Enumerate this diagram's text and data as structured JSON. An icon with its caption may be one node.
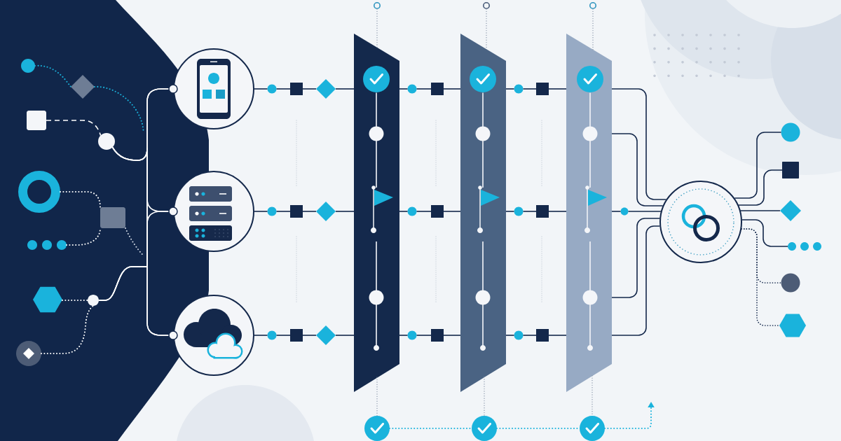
{
  "diagram": {
    "nodes": [
      {
        "text": [],
        "shape": "circle"
      },
      {
        "text": [],
        "shape": "diamond"
      },
      {
        "text": [],
        "shape": "box"
      },
      {
        "text": [],
        "shape": "circle"
      },
      {
        "text": [],
        "shape": "ring"
      },
      {
        "text": [],
        "shape": "box"
      },
      {
        "text": [],
        "shape": "dots"
      },
      {
        "text": [],
        "shape": "hexagon"
      },
      {
        "text": [],
        "shape": "circle"
      },
      {
        "text": [],
        "shape": "circle"
      },
      {
        "text": [],
        "shape": "circle"
      },
      {
        "text": [],
        "shape": "circle"
      },
      {
        "text": [],
        "shape": "circle"
      },
      {
        "text": [],
        "shape": "ring"
      },
      {
        "text": [],
        "shape": "ring"
      },
      {
        "text": [],
        "shape": "ring"
      },
      {
        "text": [],
        "shape": "bar"
      },
      {
        "text": [],
        "shape": "bar"
      },
      {
        "text": [],
        "shape": "bar"
      },
      {
        "text": [],
        "shape": "circle"
      },
      {
        "text": [],
        "shape": "box"
      },
      {
        "text": [],
        "shape": "diamond"
      },
      {
        "text": [],
        "shape": "circle"
      },
      {
        "text": [],
        "shape": "box"
      },
      {
        "text": [],
        "shape": "circle"
      },
      {
        "text": [],
        "shape": "box"
      },
      {
        "text": [],
        "shape": "circle"
      },
      {
        "text": [],
        "shape": "box"
      },
      {
        "text": [],
        "shape": "diamond"
      },
      {
        "text": [],
        "shape": "circle"
      },
      {
        "text": [],
        "shape": "box"
      },
      {
        "text": [],
        "shape": "circle"
      },
      {
        "text": [],
        "shape": "box"
      },
      {
        "text": [],
        "shape": "circle"
      },
      {
        "text": [],
        "shape": "box"
      },
      {
        "text": [],
        "shape": "diamond"
      },
      {
        "text": [],
        "shape": "circle"
      },
      {
        "text": [],
        "shape": "box"
      },
      {
        "text": [],
        "shape": "circle"
      },
      {
        "text": [],
        "shape": "box"
      },
      {
        "text": [],
        "shape": "circle"
      },
      {
        "text": [],
        "shape": "circle"
      },
      {
        "text": [],
        "shape": "circle"
      },
      {
        "text": [],
        "shape": "box"
      },
      {
        "text": [],
        "shape": "diamond"
      },
      {
        "text": [],
        "shape": "dots"
      },
      {
        "text": [],
        "shape": "circle"
      },
      {
        "text": [],
        "shape": "hexagon"
      },
      {
        "text": [],
        "shape": "circle"
      },
      {
        "text": [],
        "shape": "circle"
      },
      {
        "text": [],
        "shape": "circle"
      }
    ],
    "edges": [
      {
        "from": 0,
        "to": 1,
        "arrow": "none",
        "style": "dashed",
        "color": "#1ab3dc"
      },
      {
        "from": 2,
        "to": 3,
        "arrow": "none",
        "style": "dashed",
        "color": "#ffffff"
      },
      {
        "from": 4,
        "to": 5,
        "arrow": "none",
        "style": "dashed",
        "color": "#ffffff"
      },
      {
        "from": 6,
        "to": 5,
        "arrow": "none",
        "style": "dashed",
        "color": "#ffffff"
      },
      {
        "from": 7,
        "to": 8,
        "arrow": "none",
        "style": "dashed",
        "color": "#ffffff"
      },
      {
        "from": 9,
        "to": 8,
        "arrow": "none",
        "style": "dashed",
        "color": "#ffffff"
      },
      {
        "from": 1,
        "to": null,
        "arrow": "none",
        "style": "dashed",
        "color": "#1ab3dc"
      },
      {
        "from": 3,
        "to": 10,
        "arrow": "none",
        "color": "#ffffff"
      },
      {
        "from": 3,
        "to": 11,
        "arrow": "none",
        "color": "#ffffff"
      },
      {
        "from": 3,
        "to": 12,
        "arrow": "none",
        "color": "#ffffff"
      },
      {
        "from": 5,
        "to": null,
        "arrow": "none",
        "style": "dashed",
        "color": "#d0d7e2"
      },
      {
        "from": 8,
        "to": 10,
        "arrow": "none",
        "color": "#ffffff"
      },
      {
        "from": 8,
        "to": 11,
        "arrow": "none",
        "color": "#ffffff"
      },
      {
        "from": 8,
        "to": 12,
        "arrow": "none",
        "color": "#ffffff"
      },
      {
        "from": 10,
        "to": 19,
        "arrow": "none"
      },
      {
        "from": 19,
        "to": 20,
        "arrow": "none"
      },
      {
        "from": 20,
        "to": 21,
        "arrow": "none"
      },
      {
        "from": 21,
        "to": 16,
        "arrow": "none"
      },
      {
        "from": 16,
        "to": 22,
        "arrow": "none"
      },
      {
        "from": 22,
        "to": 23,
        "arrow": "none"
      },
      {
        "from": 23,
        "to": 17,
        "arrow": "none"
      },
      {
        "from": 17,
        "to": 24,
        "arrow": "none"
      },
      {
        "from": 24,
        "to": 25,
        "arrow": "none"
      },
      {
        "from": 25,
        "to": 18,
        "arrow": "none"
      },
      {
        "from": 11,
        "to": 26,
        "arrow": "none"
      },
      {
        "from": 26,
        "to": 27,
        "arrow": "none"
      },
      {
        "from": 27,
        "to": 28,
        "arrow": "none"
      },
      {
        "from": 28,
        "to": 16,
        "arrow": "none"
      },
      {
        "from": 16,
        "to": 29,
        "arrow": "none"
      },
      {
        "from": 29,
        "to": 30,
        "arrow": "none"
      },
      {
        "from": 30,
        "to": 17,
        "arrow": "none"
      },
      {
        "from": 17,
        "to": 31,
        "arrow": "none"
      },
      {
        "from": 31,
        "to": 32,
        "arrow": "none"
      },
      {
        "from": 32,
        "to": 18,
        "arrow": "none"
      },
      {
        "from": 12,
        "to": 33,
        "arrow": "none"
      },
      {
        "from": 33,
        "to": 34,
        "arrow": "none"
      },
      {
        "from": 34,
        "to": 35,
        "arrow": "none"
      },
      {
        "from": 35,
        "to": 16,
        "arrow": "none"
      },
      {
        "from": 16,
        "to": 36,
        "arrow": "none"
      },
      {
        "from": 36,
        "to": 37,
        "arrow": "none"
      },
      {
        "from": 37,
        "to": 17,
        "arrow": "none"
      },
      {
        "from": 17,
        "to": 38,
        "arrow": "none"
      },
      {
        "from": 38,
        "to": 39,
        "arrow": "none"
      },
      {
        "from": 39,
        "to": 18,
        "arrow": "none"
      },
      {
        "from": 18,
        "to": 41,
        "arrow": "none"
      },
      {
        "from": 18,
        "to": 41,
        "arrow": "none"
      },
      {
        "from": 18,
        "to": 40,
        "arrow": "none"
      },
      {
        "from": 40,
        "to": 41,
        "arrow": "none"
      },
      {
        "from": 18,
        "to": 41,
        "arrow": "none"
      },
      {
        "from": 18,
        "to": 41,
        "arrow": "none"
      },
      {
        "from": 41,
        "to": 42,
        "arrow": "none"
      },
      {
        "from": 41,
        "to": 43,
        "arrow": "none"
      },
      {
        "from": 41,
        "to": 44,
        "arrow": "none"
      },
      {
        "from": 41,
        "to": 45,
        "arrow": "none"
      },
      {
        "from": 41,
        "to": 46,
        "arrow": "none",
        "style": "dashed"
      },
      {
        "from": 41,
        "to": 47,
        "arrow": "none",
        "style": "dashed"
      },
      {
        "from": 13,
        "to": 16,
        "arrow": "none",
        "style": "dashed",
        "color": "#8b98ab"
      },
      {
        "from": 14,
        "to": 17,
        "arrow": "none",
        "style": "dashed",
        "color": "#8b98ab"
      },
      {
        "from": 15,
        "to": 18,
        "arrow": "none",
        "style": "dashed",
        "color": "#8b98ab"
      },
      {
        "from": 16,
        "to": 48,
        "arrow": "none",
        "style": "dashed",
        "color": "#8b98ab"
      },
      {
        "from": 17,
        "to": 49,
        "arrow": "none",
        "style": "dashed",
        "color": "#8b98ab"
      },
      {
        "from": 18,
        "to": 50,
        "arrow": "none",
        "style": "dashed",
        "color": "#8b98ab"
      },
      {
        "from": 48,
        "to": 49,
        "arrow": "none",
        "style": "dashed",
        "color": "#1ab3dc"
      },
      {
        "from": 49,
        "to": 50,
        "arrow": "none",
        "style": "dashed",
        "color": "#1ab3dc"
      },
      {
        "from": 50,
        "to": null,
        "arrow": "to",
        "style": "dashed",
        "color": "#1ab3dc"
      }
    ]
  }
}
